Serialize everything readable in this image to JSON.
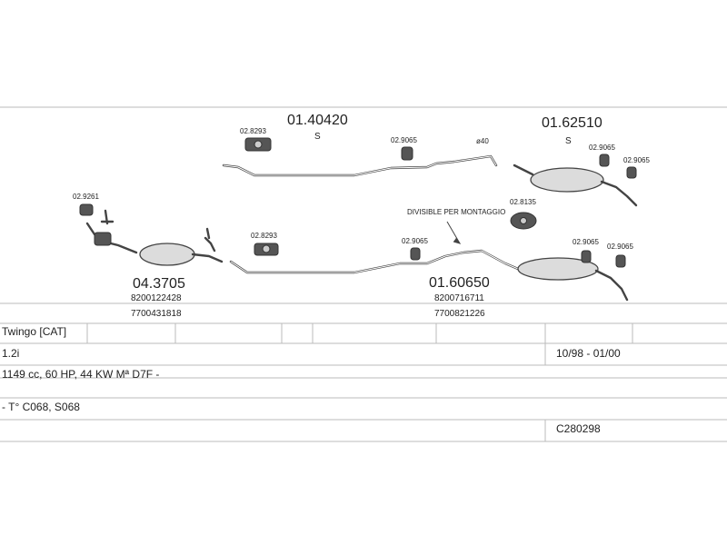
{
  "parts": {
    "p_014042": {
      "code": "01.40420",
      "sub": "S"
    },
    "p_016251": {
      "code": "01.62510",
      "sub": "S"
    },
    "p_043705": {
      "code": "04.3705",
      "ref1": "8200122428",
      "ref2": "7700431818"
    },
    "p_016065": {
      "code": "01.60650",
      "ref1": "8200716711",
      "ref2": "7700821226"
    }
  },
  "small_parts": {
    "c_028293_top": "02.8293",
    "c_029065_top": "02.9065",
    "c_029065_r1": "02.9065",
    "c_029065_r2": "02.9065",
    "c_029261": "02.9261",
    "c_028135": "02.8135",
    "c_028293_mid": "02.8293",
    "c_029065_mid": "02.9065",
    "c_029065_low1": "02.9065",
    "c_029065_low2": "02.9065"
  },
  "notes": {
    "diameter": "ø40",
    "divisible": "DIVISIBLE PER MONTAGGIO"
  },
  "table": {
    "model": "Twingo  [CAT]",
    "engine": "1.2i",
    "dates": "10/98 - 01/00",
    "specs": "1149 cc, 60 HP, 44 KW Mª D7F -",
    "types": "- T° C068, S068",
    "catalog": "C280298"
  }
}
